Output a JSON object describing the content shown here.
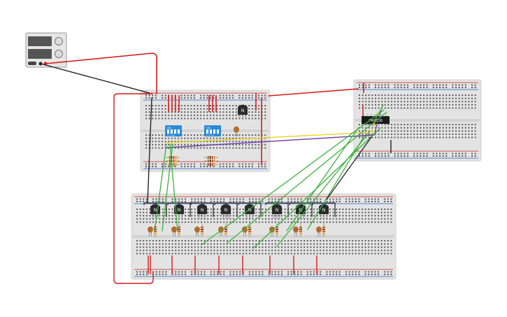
{
  "power_supply": {
    "name": "power-supply"
  },
  "transistor_label": "N",
  "ic_label": "74HC00",
  "dip_label": "ON",
  "dip_numbers": "1 2 3 4",
  "colors": {
    "background": "#ffffff",
    "board": "#e3e3e3",
    "board_edge": "#cfcfcf",
    "hole": "#5b5b5b",
    "rail_red": "#d22020",
    "rail_blue": "#2060c8",
    "wire_red": "#d51c1c",
    "wire_black": "#222222",
    "wire_green": "#3cb23c",
    "wire_yellow": "#e8d41a",
    "wire_purple": "#6a3aa8",
    "transistor": "#2b2b2b",
    "dip_blue": "#2b8ad8",
    "ic_black": "#1a1a1a",
    "resistor": "#e7c28f",
    "cap": "#b46a2a"
  }
}
